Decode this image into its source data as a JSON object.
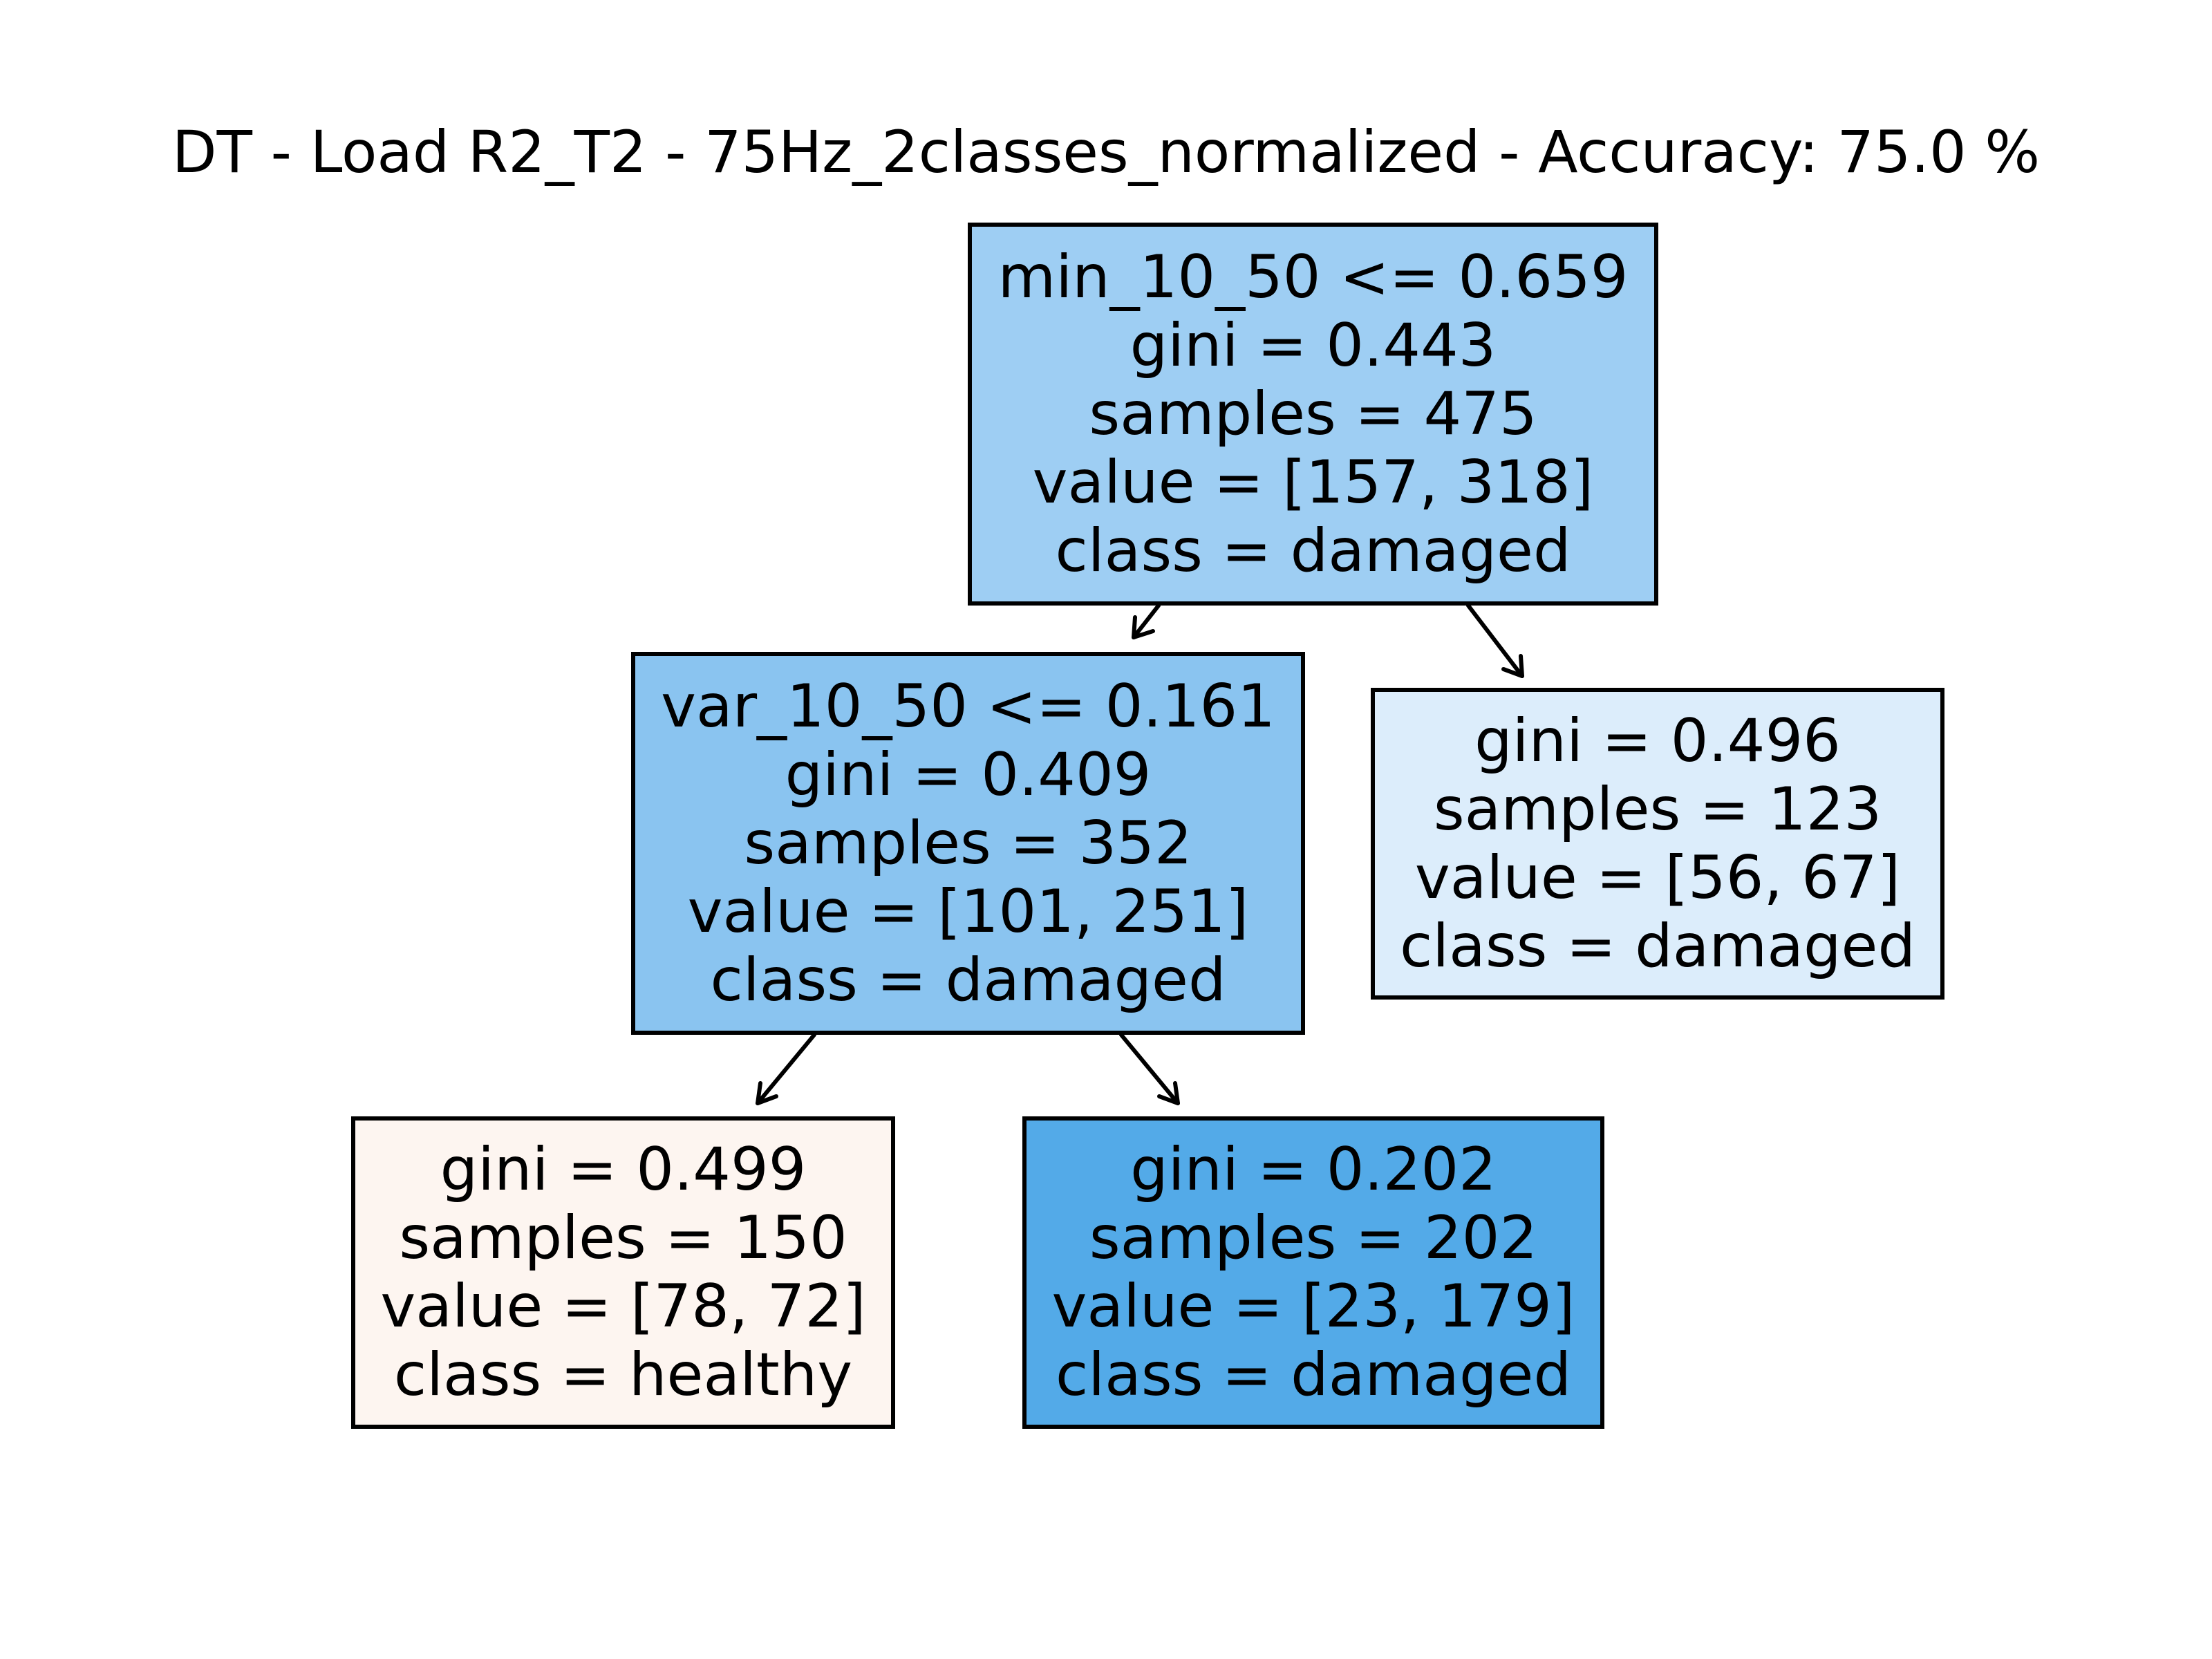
{
  "title": "DT - Load R2_T2 - 75Hz_2classes_normalized - Accuracy: 75.0 %",
  "colors": {
    "root_fill": "#9ecef3",
    "left_fill": "#8ac4f0",
    "right_fill": "#dcedfb",
    "left_left_fill": "#fdf5f0",
    "left_right_fill": "#53aae8",
    "edge": "#000000"
  },
  "tree": {
    "root": {
      "split": "min_10_50 <= 0.659",
      "gini": "gini = 0.443",
      "samples": "samples = 475",
      "value": "value = [157, 318]",
      "class": "class = damaged"
    },
    "left": {
      "split": "var_10_50 <= 0.161",
      "gini": "gini = 0.409",
      "samples": "samples = 352",
      "value": "value = [101, 251]",
      "class": "class = damaged"
    },
    "right": {
      "gini": "gini = 0.496",
      "samples": "samples = 123",
      "value": "value = [56, 67]",
      "class": "class = damaged"
    },
    "left_left": {
      "gini": "gini = 0.499",
      "samples": "samples = 150",
      "value": "value = [78, 72]",
      "class": "class = healthy"
    },
    "left_right": {
      "gini": "gini = 0.202",
      "samples": "samples = 202",
      "value": "value = [23, 179]",
      "class": "class = damaged"
    }
  }
}
